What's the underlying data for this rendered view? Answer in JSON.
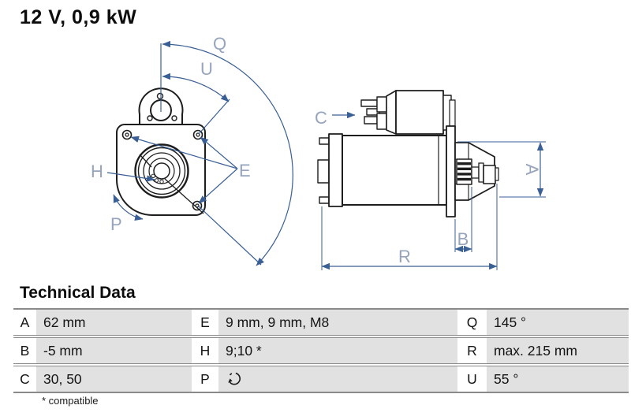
{
  "title": "12 V, 0,9 kW",
  "section_heading": "Technical Data",
  "footnote": "* compatible",
  "diagram": {
    "labels": {
      "a": "A",
      "b": "B",
      "c": "C",
      "e": "E",
      "h": "H",
      "p": "P",
      "q": "Q",
      "r": "R",
      "u": "U"
    },
    "views": [
      "front-view-starter-motor",
      "side-view-starter-motor"
    ],
    "icon": "rotation-direction-icon"
  },
  "table": {
    "rows": [
      {
        "cells": [
          {
            "k": "A",
            "v": "62 mm"
          },
          {
            "k": "E",
            "v": "9 mm, 9 mm, M8"
          },
          {
            "k": "Q",
            "v": "145 °"
          }
        ]
      },
      {
        "cells": [
          {
            "k": "B",
            "v": "-5 mm"
          },
          {
            "k": "H",
            "v": "9;10 *"
          },
          {
            "k": "R",
            "v": "max. 215 mm"
          }
        ]
      },
      {
        "cells": [
          {
            "k": "C",
            "v": "30, 50"
          },
          {
            "k": "P",
            "v": ""
          },
          {
            "k": "U",
            "v": "55 °"
          }
        ]
      }
    ]
  },
  "colors": {
    "dimension_blue": "#3a5f94",
    "label_blue": "#96a4bd",
    "outline_black": "#1d1d1d",
    "table_gray": "#e1e1e1",
    "table_line": "#8a8a8a"
  }
}
